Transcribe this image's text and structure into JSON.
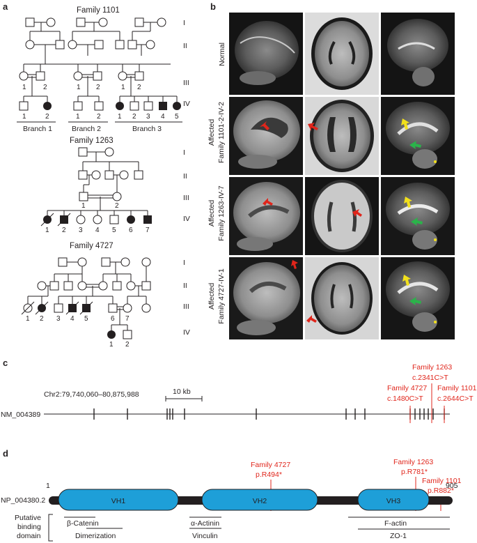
{
  "panels": {
    "a": "a",
    "b": "b",
    "c": "c",
    "d": "d"
  },
  "pedigrees": {
    "f1101": {
      "title": "Family 1101",
      "gens": [
        "I",
        "II",
        "III",
        "IV"
      ],
      "iii_nums": [
        "1",
        "2",
        "1",
        "2",
        "1",
        "2"
      ],
      "iv_nums": [
        "1",
        "2",
        "1",
        "2",
        "1",
        "2",
        "3",
        "4",
        "5"
      ],
      "branches": [
        "Branch 1",
        "Branch 2",
        "Branch 3"
      ]
    },
    "f1263": {
      "title": "Family 1263",
      "gens": [
        "I",
        "II",
        "III",
        "IV"
      ],
      "iii_nums": [
        "1",
        "2"
      ],
      "iv_nums": [
        "1",
        "2",
        "3",
        "4",
        "5",
        "6",
        "7"
      ]
    },
    "f4727": {
      "title": "Family 4727",
      "gens": [
        "I",
        "II",
        "III",
        "IV"
      ],
      "iii_nums": [
        "1",
        "2",
        "3",
        "4",
        "5",
        "6",
        "7"
      ],
      "iv_nums": [
        "1",
        "2"
      ]
    }
  },
  "mri": {
    "rows": [
      {
        "label1": "Normal",
        "label2": ""
      },
      {
        "label1": "Affected",
        "label2": "Family 1101-2-IV-2"
      },
      {
        "label1": "Affected",
        "label2": "Family 1263-IV-7"
      },
      {
        "label1": "Affected",
        "label2": "Family 4727-IV-1"
      }
    ],
    "arrow_colors": {
      "red": "#e0251b",
      "yellow": "#f2e01c",
      "green": "#2bb34a"
    }
  },
  "gene": {
    "locus": "Chr2:79,740,060–80,875,988",
    "scale": "10 kb",
    "transcript": "NM_004389",
    "variants": [
      {
        "family": "Family 4727",
        "change": "c.1480C>T"
      },
      {
        "family": "Family 1263",
        "change": "c.2341C>T"
      },
      {
        "family": "Family 1101",
        "change": "c.2644C>T"
      }
    ]
  },
  "protein": {
    "name": "NP_004380.2",
    "start": "1",
    "end": "905",
    "domains": [
      "VH1",
      "VH2",
      "VH3"
    ],
    "domain_color": "#1e9fd8",
    "variants": [
      {
        "family": "Family 4727",
        "change": "p.R494*"
      },
      {
        "family": "Family 1263",
        "change": "p.R781*"
      },
      {
        "family": "Family 1101",
        "change": "p.R882*"
      }
    ],
    "binding_title": [
      "Putative",
      "binding",
      "domain"
    ],
    "partners": [
      "β-Catenin",
      "Dimerization",
      "α-Actinin",
      "Vinculin",
      "F-actin",
      "ZO-1"
    ]
  }
}
